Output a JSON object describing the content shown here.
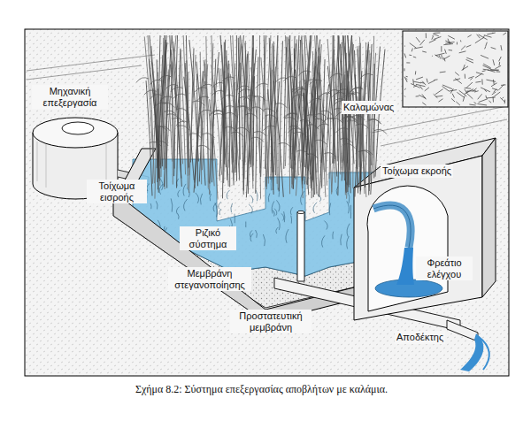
{
  "diagram": {
    "caption": "Σχήμα 8.2: Σύστημα επεξεργασίας αποβλήτων με καλάμια.",
    "labels": [
      "Μηχανική επεξεργασία",
      "Καλαμώνας",
      "Τοίχωμα εκροής",
      "Τοίχωμα εισροής",
      "Ριζικό σύστημα",
      "Μεμβράνη στεγανοποίησης",
      "Φρεάτιο ελέγχου",
      "Προστατευτική μεμβράνη",
      "Αποδέκτης"
    ]
  }
}
